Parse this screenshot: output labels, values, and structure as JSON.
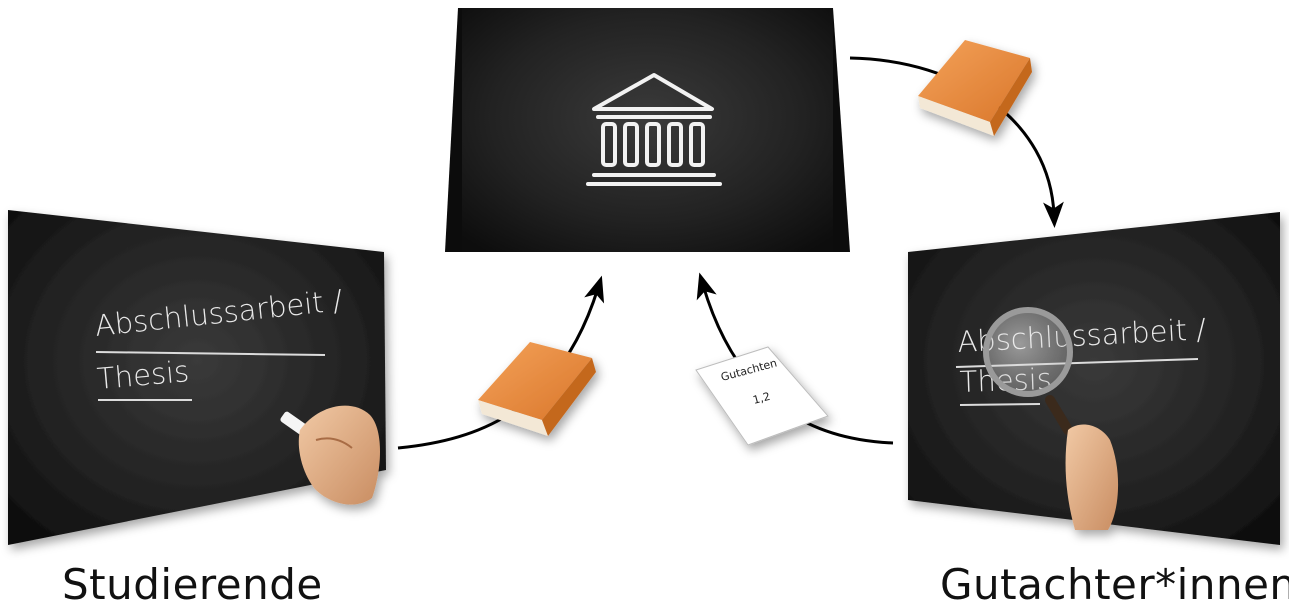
{
  "labels": {
    "students": "Studierende",
    "reviewers": "Gutachter*innen"
  },
  "boards": {
    "thesis_line1": "Abschlussarbeit /",
    "thesis_line2": "Thesis",
    "reviewed_line1": "Abschlussarbeit /",
    "reviewed_line2": "Thesis"
  },
  "report": {
    "title": "Gutachten",
    "grade": "1,2"
  },
  "icons": [
    "university-building-icon",
    "book-icon",
    "report-sheet-icon",
    "magnifying-glass-icon",
    "hand-chalk-icon"
  ],
  "colors": {
    "board": "#1b1b1b",
    "book_cover": "#e88a3a",
    "arrow": "#000000",
    "chalk": "#e9e9e9"
  }
}
